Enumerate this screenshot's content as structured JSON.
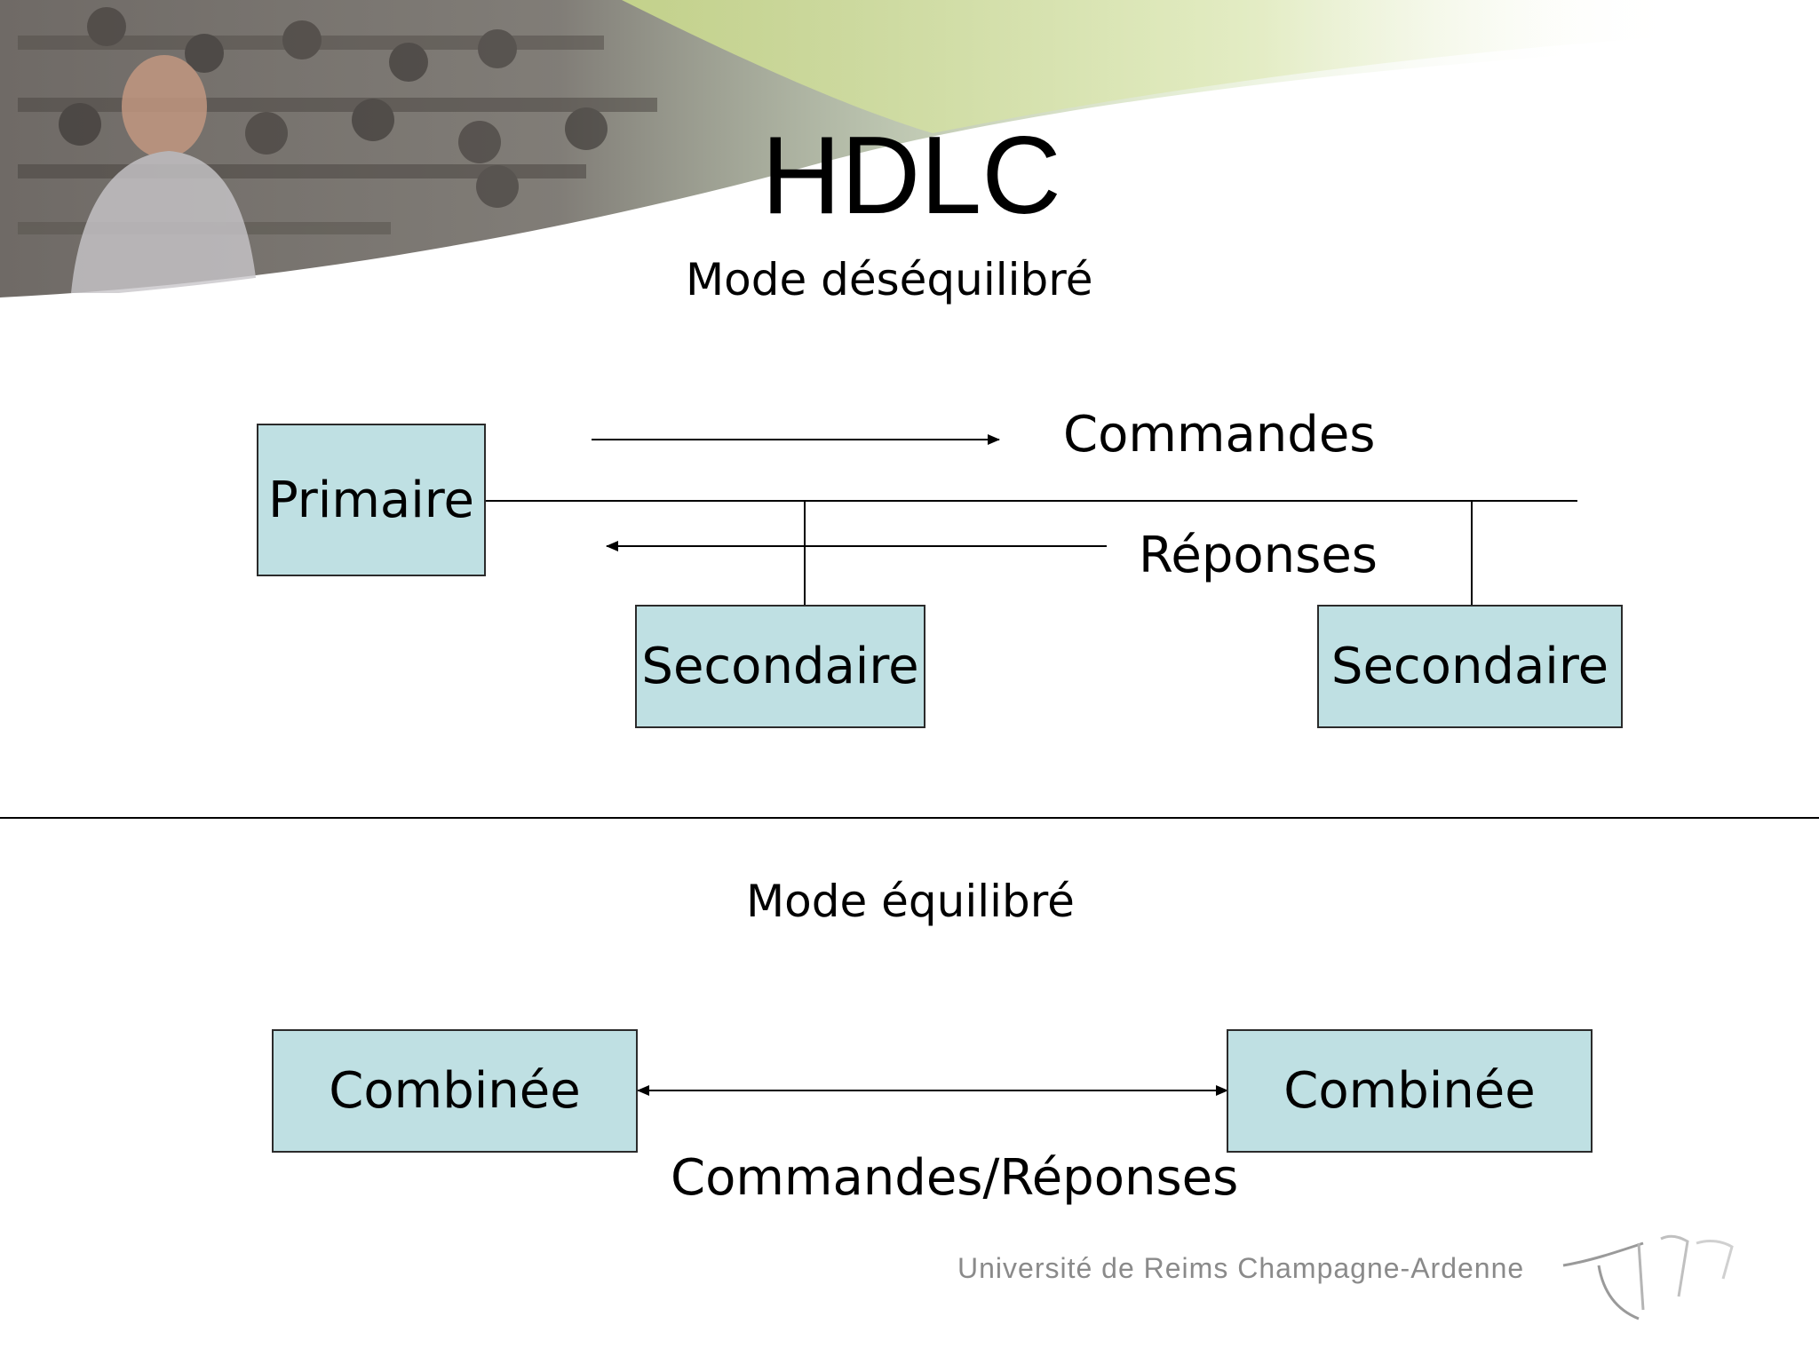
{
  "slide": {
    "title": "HDLC",
    "footer": "Université de Reims Champagne-Ardenne"
  },
  "unbalanced": {
    "heading": "Mode déséquilibré",
    "primary": "Primaire",
    "secondary_1": "Secondaire",
    "secondary_2": "Secondaire",
    "commands_label": "Commandes",
    "responses_label": "Réponses"
  },
  "balanced": {
    "heading": "Mode équilibré",
    "combined_1": "Combinée",
    "combined_2": "Combinée",
    "link_label": "Commandes/Réponses"
  }
}
